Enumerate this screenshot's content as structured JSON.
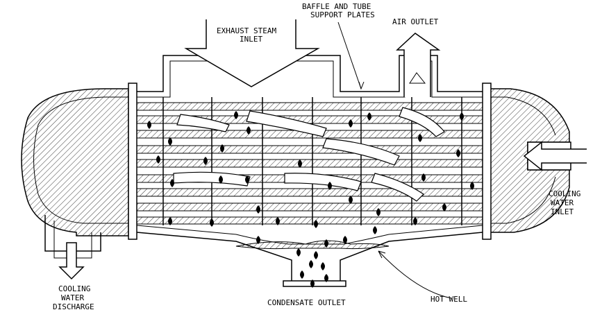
{
  "labels": {
    "baffle_line1": "BAFFLE AND TUBE",
    "baffle_line2": "SUPPORT PLATES",
    "air_outlet": "AIR OUTLET",
    "steam_line1": "EXHAUST STEAM",
    "steam_line2": "INLET",
    "cooling_in_1": "COOLING",
    "cooling_in_2": "WATER",
    "cooling_in_3": "INLET",
    "cooling_out_1": "COOLING",
    "cooling_out_2": "WATER",
    "cooling_out_3": "DISCHARGE",
    "condensate_outlet": "CONDENSATE OUTLET",
    "hot_well": "HOT WELL"
  }
}
